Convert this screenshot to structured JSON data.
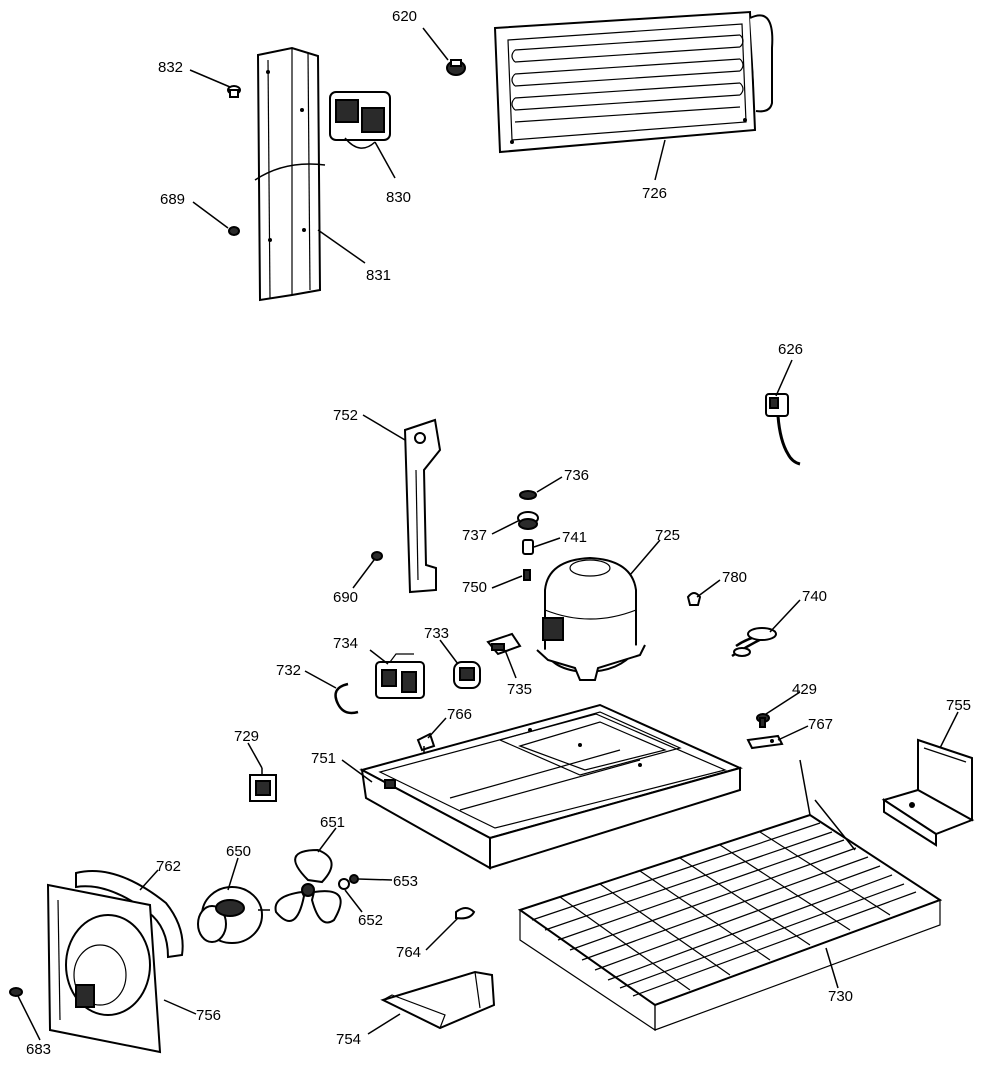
{
  "labels": {
    "l832": "832",
    "l620": "620",
    "l830": "830",
    "l726": "726",
    "l689": "689",
    "l831": "831",
    "l626": "626",
    "l752": "752",
    "l736": "736",
    "l737": "737",
    "l741": "741",
    "l725": "725",
    "l690": "690",
    "l750": "750",
    "l780": "780",
    "l740": "740",
    "l734": "734",
    "l733": "733",
    "l732": "732",
    "l735": "735",
    "l429": "429",
    "l766": "766",
    "l767": "767",
    "l755": "755",
    "l729": "729",
    "l751": "751",
    "l651": "651",
    "l650": "650",
    "l762": "762",
    "l653": "653",
    "l652": "652",
    "l764": "764",
    "l730": "730",
    "l756": "756",
    "l683": "683",
    "l754": "754"
  }
}
